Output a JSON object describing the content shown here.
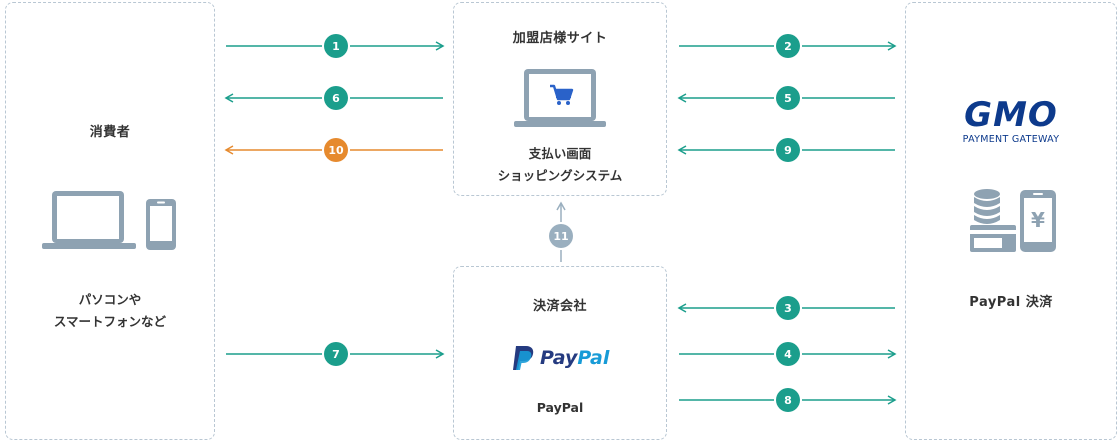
{
  "consumer": {
    "title": "消費者",
    "device_line1": "パソコンや",
    "device_line2": "スマートフォンなど"
  },
  "merchant": {
    "title": "加盟店様サイト",
    "line1": "支払い画面",
    "line2": "ショッピングシステム"
  },
  "paypal_company": {
    "title": "決済会社",
    "logo_pay": "Pay",
    "logo_pal": "Pal",
    "label": "PayPal"
  },
  "gateway": {
    "logo_main": "GMO",
    "logo_sub": "PAYMENT GATEWAY",
    "label": "PayPal 決済"
  },
  "flows": [
    {
      "step": "1",
      "direction": "consumer-to-merchant",
      "color": "#1b9e8c"
    },
    {
      "step": "2",
      "direction": "merchant-to-gateway",
      "color": "#1b9e8c"
    },
    {
      "step": "3",
      "direction": "gateway-to-paypal",
      "color": "#1b9e8c"
    },
    {
      "step": "4",
      "direction": "paypal-to-gateway",
      "color": "#1b9e8c"
    },
    {
      "step": "5",
      "direction": "gateway-to-merchant",
      "color": "#1b9e8c"
    },
    {
      "step": "6",
      "direction": "merchant-to-consumer",
      "color": "#1b9e8c"
    },
    {
      "step": "7",
      "direction": "consumer-to-paypal",
      "color": "#1b9e8c"
    },
    {
      "step": "8",
      "direction": "paypal-to-gateway",
      "color": "#1b9e8c"
    },
    {
      "step": "9",
      "direction": "gateway-to-merchant",
      "color": "#1b9e8c"
    },
    {
      "step": "10",
      "direction": "merchant-to-consumer",
      "color": "#e68a2e"
    },
    {
      "step": "11",
      "direction": "paypal-to-merchant",
      "color": "#9aafbf"
    }
  ],
  "colors": {
    "teal": "#1b9e8c",
    "orange": "#e68a2e",
    "gray": "#9aafbf",
    "icon": "#8ea2b2",
    "box_border": "#b9c7d3",
    "cart": "#2a62c9"
  },
  "icons": [
    "laptop-icon",
    "smartphone-icon",
    "cart-icon",
    "coins-icon",
    "card-icon",
    "yen-phone-icon"
  ]
}
